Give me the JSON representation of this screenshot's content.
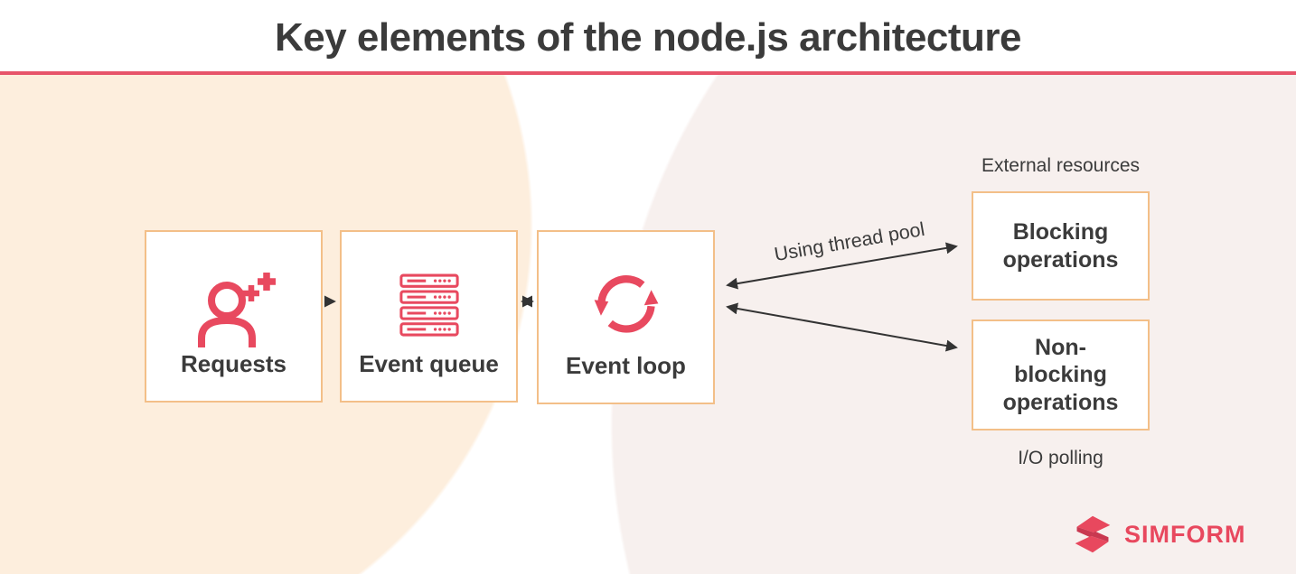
{
  "page": {
    "title": "Key elements of the node.js architecture"
  },
  "colors": {
    "accent_red": "#e8495f",
    "divider_red": "#e7546a",
    "box_border_orange": "#f3bf88",
    "text_dark": "#3b3b3b",
    "arrow_dark": "#333333",
    "bg_peach": "#fdeedd",
    "bg_pink": "#f7f0ee",
    "logo_red": "#e8485e",
    "logo_red_dark": "#c93850"
  },
  "diagram": {
    "nodes": [
      {
        "id": "requests",
        "label": "Requests",
        "icon": "user-add-icon"
      },
      {
        "id": "event-queue",
        "label": "Event queue",
        "icon": "server-stack-icon"
      },
      {
        "id": "event-loop",
        "label": "Event loop",
        "icon": "sync-arrows-icon"
      },
      {
        "id": "blocking",
        "label": "Blocking operations"
      },
      {
        "id": "non-blocking",
        "label": "Non-blocking operations"
      }
    ],
    "annotations": {
      "external_resources": "External resources",
      "io_polling": "I/O polling"
    },
    "edges": [
      {
        "from": "Requests",
        "to": "Event queue",
        "direction": "one-way"
      },
      {
        "from": "Event queue",
        "to": "Event loop",
        "direction": "two-way"
      },
      {
        "from": "Event loop",
        "to": "Blocking operations",
        "direction": "two-way",
        "label": "Using thread pool"
      },
      {
        "from": "Event loop",
        "to": "Non-blocking operations",
        "direction": "two-way"
      }
    ]
  },
  "footer": {
    "brand": "SIMFORM"
  }
}
